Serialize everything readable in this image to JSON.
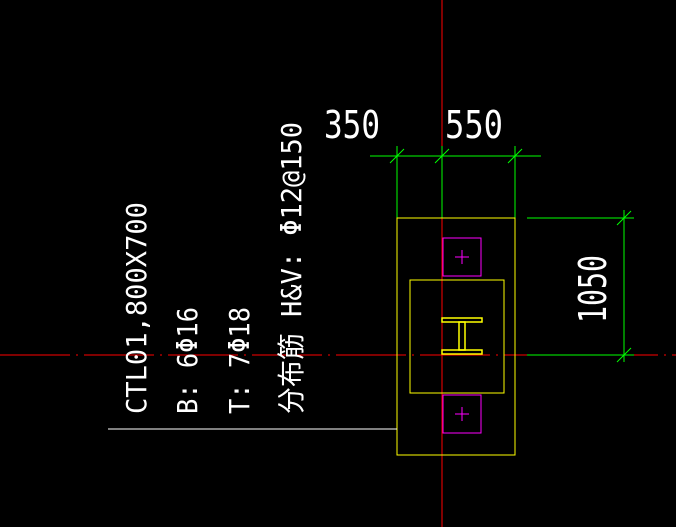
{
  "drawing": {
    "background_color": "#000000",
    "axis_color": "#ff0000",
    "dimension_color": "#00ff00",
    "outline_color": "#ffff00",
    "rebar_box_color": "#ff00ff",
    "annotation_color": "#ffffff"
  },
  "dimensions": {
    "left_width": "350",
    "right_width": "550",
    "height": "1050"
  },
  "annotation": {
    "line1": "CTL01,800X700",
    "line2": "B: 6Φ16",
    "line3": "T: 7Φ18",
    "line4": "分布筋 H&V: Φ12@150"
  }
}
